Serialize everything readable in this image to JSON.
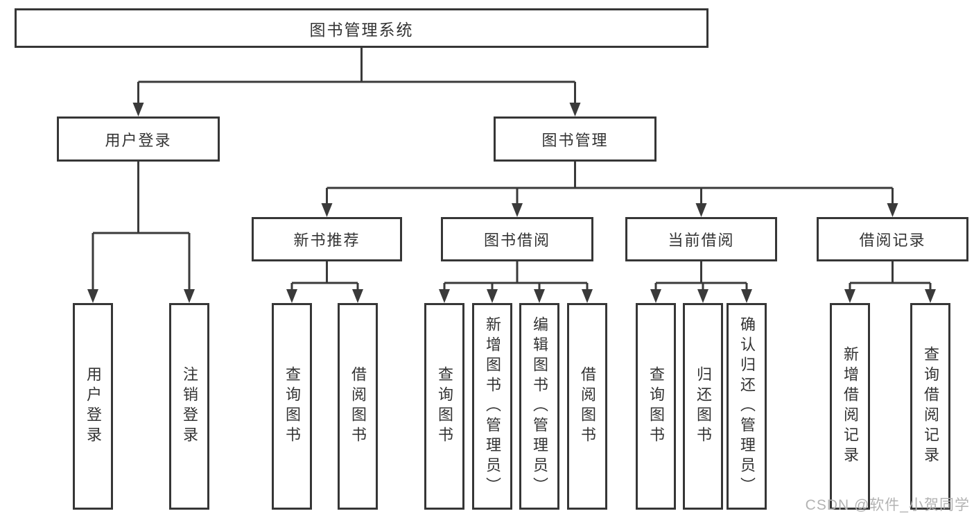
{
  "diagram_type": "hierarchy-tree",
  "tree": {
    "label": "图书管理系统",
    "children": [
      {
        "label": "用户登录",
        "children": [
          {
            "label": "用户登录"
          },
          {
            "label": "注销登录"
          }
        ]
      },
      {
        "label": "图书管理",
        "children": [
          {
            "label": "新书推荐",
            "children": [
              {
                "label": "查询图书"
              },
              {
                "label": "借阅图书"
              }
            ]
          },
          {
            "label": "图书借阅",
            "children": [
              {
                "label": "查询图书"
              },
              {
                "label": "新增图书（管理员）"
              },
              {
                "label": "编辑图书（管理员）"
              },
              {
                "label": "借阅图书"
              }
            ]
          },
          {
            "label": "当前借阅",
            "children": [
              {
                "label": "查询图书"
              },
              {
                "label": "归还图书"
              },
              {
                "label": "确认归还（管理员）"
              }
            ]
          },
          {
            "label": "借阅记录",
            "children": [
              {
                "label": "新增借阅记录"
              },
              {
                "label": "查询借阅记录"
              }
            ]
          }
        ]
      }
    ]
  },
  "watermark": "CSDN @软件_小贺同学",
  "colors": {
    "line": "#3a3a3a",
    "border": "#363636",
    "text": "#333333",
    "watermark": "#b3b3b3",
    "background": "#ffffff"
  }
}
